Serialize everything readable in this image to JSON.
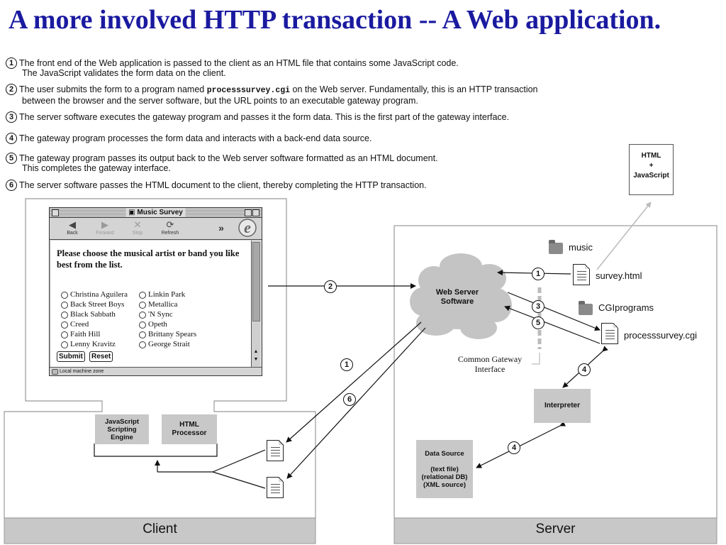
{
  "title": "A more involved HTTP transaction -- A Web application.",
  "steps": [
    {
      "num": "1",
      "line1": "The  front  end  of  the  Web  application  is  passed to the  client  as  an  HTML  file  that  contains  some JavaScript  code.",
      "line2": "The  JavaScript  validates the form data on the client."
    },
    {
      "num": "2",
      "line1_pre": "The user submits the form to a program named ",
      "line1_code": "processsurvey.cgi",
      "line1_post": " on the Web server. Fundamentally, this is an HTTP transaction",
      "line2": "between the browser and the server software, but the URL points to an executable gateway program."
    },
    {
      "num": "3",
      "line1": "The server software executes the gateway program and passes it the form data.  This is the first part of the gateway interface."
    },
    {
      "num": "4",
      "line1": "The gateway program processes the form data and interacts with a back-end data source."
    },
    {
      "num": "5",
      "line1": "The gateway program passes its output back to the Web server software formatted as an HTML document.",
      "line2": "This completes the gateway interface."
    },
    {
      "num": "6",
      "line1": "The server software passes the HTML document to the client, thereby completing the HTTP transaction."
    }
  ],
  "browser": {
    "window_title": "Music Survey",
    "nav": {
      "back": "Back",
      "forward": "Forward",
      "stop": "Stop",
      "refresh": "Refresh",
      "more": "»"
    },
    "question": "Please choose the musical artist or band you like best from the list.",
    "options_left": [
      "Christina Aguilera",
      "Back Street Boys",
      "Black Sabbath",
      "Creed",
      "Faith Hill",
      "Lenny Kravitz"
    ],
    "options_right": [
      "Linkin Park",
      "Metallica",
      "'N Sync",
      "Opeth",
      "Brittany Spears",
      "George Strait"
    ],
    "submit": "Submit",
    "reset": "Reset",
    "status": "Local machine zone"
  },
  "client": {
    "label": "Client",
    "js_engine": "JavaScript\nScripting\nEngine",
    "html_processor": "HTML\nProcessor"
  },
  "server": {
    "label": "Server",
    "web_server": "Web Server\nSoftware",
    "folder_music": "music",
    "file_survey": "survey.html",
    "folder_cgi": "CGIprograms",
    "file_cgi": "processsurvey.cgi",
    "cgi_label": "Common Gateway\nInterface",
    "interpreter": "Interpreter",
    "data_source": "Data Source\n\n(text file)\n(relational DB)\n(XML source)"
  },
  "html_js_box": "HTML\n+\nJavaScript",
  "markers": {
    "one": "1",
    "two": "2",
    "three": "3",
    "four": "4",
    "five": "5",
    "six": "6"
  }
}
